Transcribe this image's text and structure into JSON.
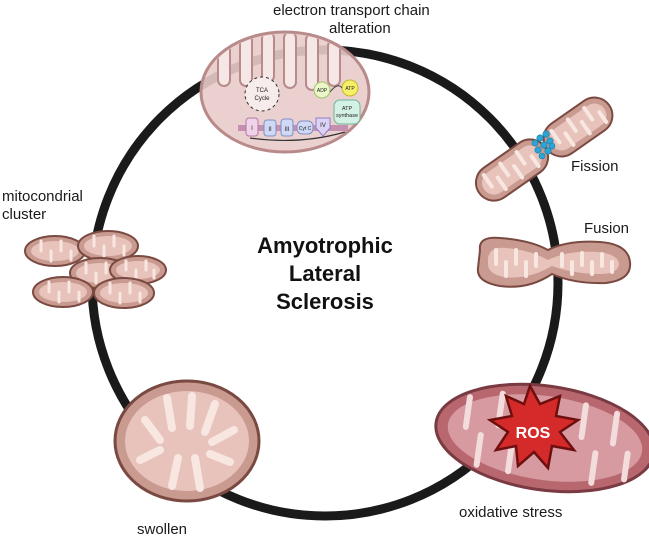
{
  "title": {
    "line1": "Amyotrophic",
    "line2": "Lateral",
    "line3": "Sclerosis"
  },
  "stages": {
    "etc": {
      "line1": "electron transport chain",
      "line2": "alteration"
    },
    "fission": "Fission",
    "fusion": "Fusion",
    "oxidative": "oxidative stress",
    "swollen": "swollen",
    "cluster": {
      "line1": "mitocondrial",
      "line2": "cluster"
    }
  },
  "etc_inset": {
    "cycle": "TCA",
    "cycle2": "Cycle",
    "complex1": "I",
    "complex2": "II",
    "complex3": "III",
    "cytc": "Cyt C",
    "complex4": "IV",
    "adp": "ADP",
    "atp": "ATP",
    "synthase1": "ATP",
    "synthase2": "synthase"
  },
  "ros": "ROS",
  "colors": {
    "membrane_outer": "#c99a90",
    "membrane_fill": "#e7c3bb",
    "cristae": "#f8e6e1",
    "outline": "#7a4a42",
    "ring": "#1a1a1a",
    "ros_red": "#d42a2a",
    "oxidized": "#c07078",
    "fission_dots": "#2aa6d6"
  }
}
